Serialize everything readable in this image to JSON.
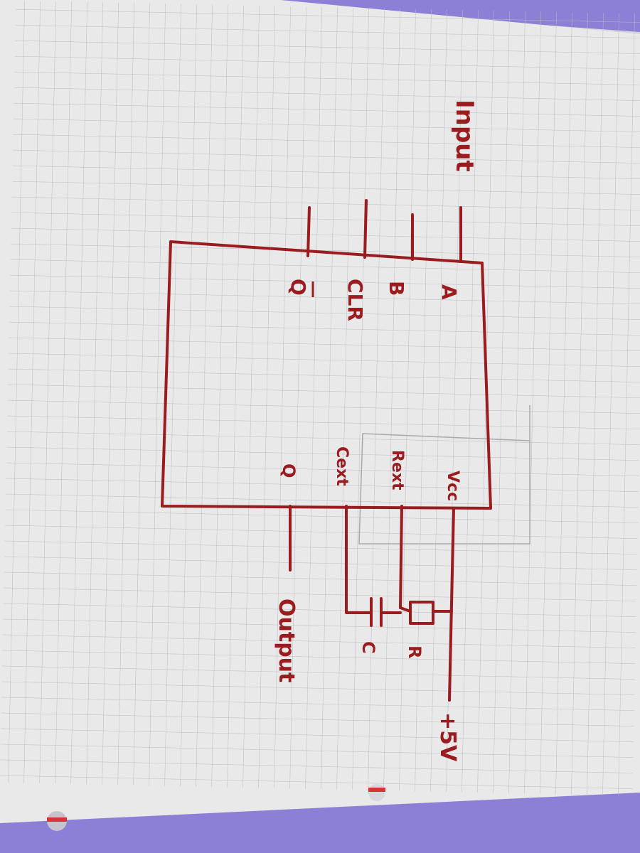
{
  "colors": {
    "ink": "#9a1c1f",
    "paper": "#e9e9ea",
    "grid": "#b9bcc2",
    "binding": "#8b7fd6",
    "pencil": "#a9a9ad"
  },
  "labels": {
    "input": "Input",
    "output": "Output",
    "supply": "+5V",
    "pin_a": "A",
    "pin_b": "B",
    "pin_clr": "CLR",
    "pin_qbar": "Q",
    "pin_q": "Q",
    "pin_cext": "Cext",
    "pin_rext": "Rext",
    "pin_vcc": "Vcc",
    "resistor": "R",
    "capacitor": "C"
  }
}
